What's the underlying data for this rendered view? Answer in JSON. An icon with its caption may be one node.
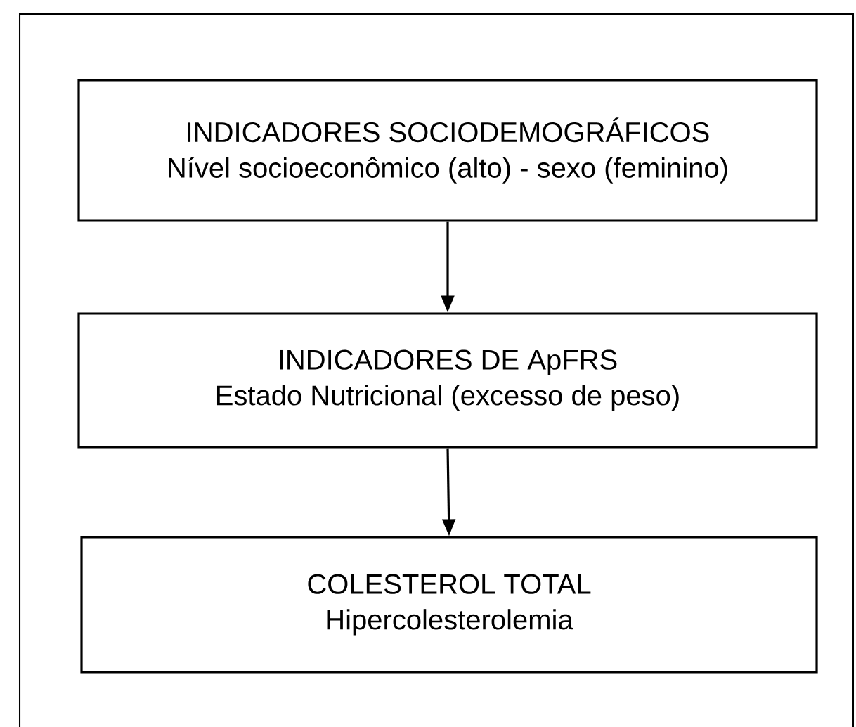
{
  "diagram": {
    "nodes": [
      {
        "text": [
          "INDICADORES SOCIODEMOGRÁFICOS",
          "Nível socioeconômico (alto) - sexo (feminino)"
        ]
      },
      {
        "text": [
          "INDICADORES DE ApFRS",
          "Estado Nutricional (excesso de peso)"
        ]
      },
      {
        "text": [
          "COLESTEROL TOTAL",
          "Hipercolesterolemia"
        ]
      }
    ],
    "edges": [
      {
        "from": 0,
        "to": 1,
        "arrow": "to"
      },
      {
        "from": 1,
        "to": 2,
        "arrow": "to"
      }
    ]
  }
}
